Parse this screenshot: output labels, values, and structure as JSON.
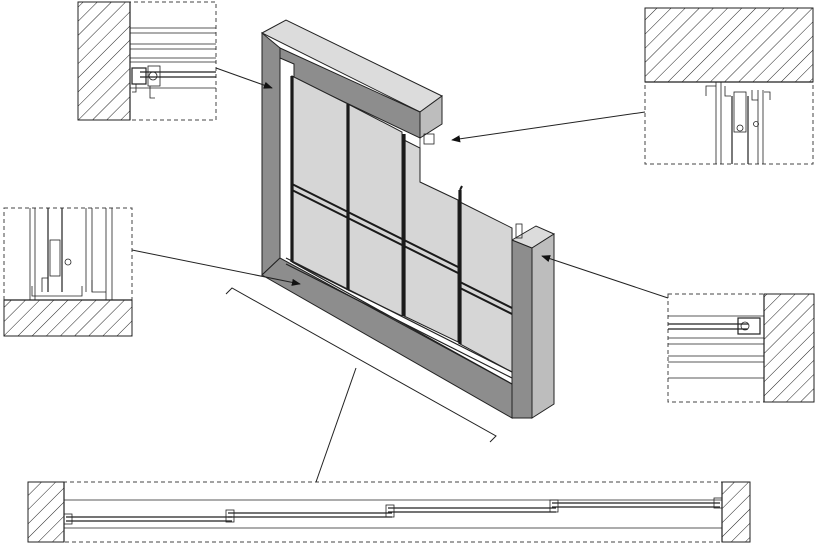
{
  "figure": {
    "main_view": "isometric-sliding-window-assembly",
    "details": [
      {
        "name": "detail-top-left-head-section",
        "wall": "left"
      },
      {
        "name": "detail-top-right-jamb-section",
        "wall": "top"
      },
      {
        "name": "detail-left-sill-section",
        "wall": "bottom"
      },
      {
        "name": "detail-right-jamb-section",
        "wall": "right"
      },
      {
        "name": "detail-bottom-plan-section",
        "wall": "left-and-right"
      }
    ],
    "colors": {
      "frame_front": "#8d8d8d",
      "frame_top": "#dcdcdc",
      "glass": "#d6d6d6",
      "line": "#222222"
    }
  }
}
